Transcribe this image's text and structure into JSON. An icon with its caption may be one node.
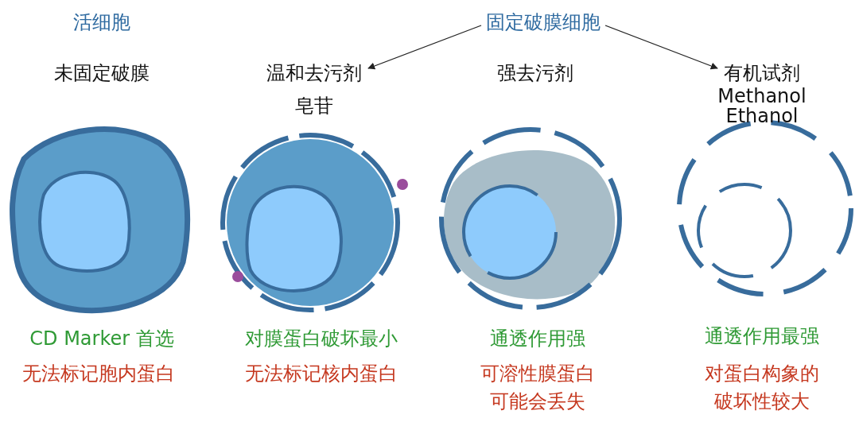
{
  "diagram": {
    "nodes": [
      {
        "text": [
          "固定破膜细胞"
        ]
      },
      {
        "text": [
          "温和去污剂"
        ]
      },
      {
        "text": [
          "有机试剂"
        ]
      }
    ],
    "edges": [
      {
        "from": 0,
        "to": 1,
        "arrow": "to"
      },
      {
        "from": 0,
        "to": 2,
        "arrow": "to"
      }
    ],
    "labels": [
      "活细胞",
      "未固定破膜",
      "强去污剂",
      "Methanol",
      "皂苷",
      "Ethanol",
      "CD Marker 首选",
      "对膜蛋白破坏最小",
      "通透作用强",
      "通透作用最强",
      "无法标记胞内蛋白",
      "无法标记核内蛋白",
      "可溶性膜蛋白可能会丢失",
      "对蛋白构象的破坏性较大"
    ]
  }
}
